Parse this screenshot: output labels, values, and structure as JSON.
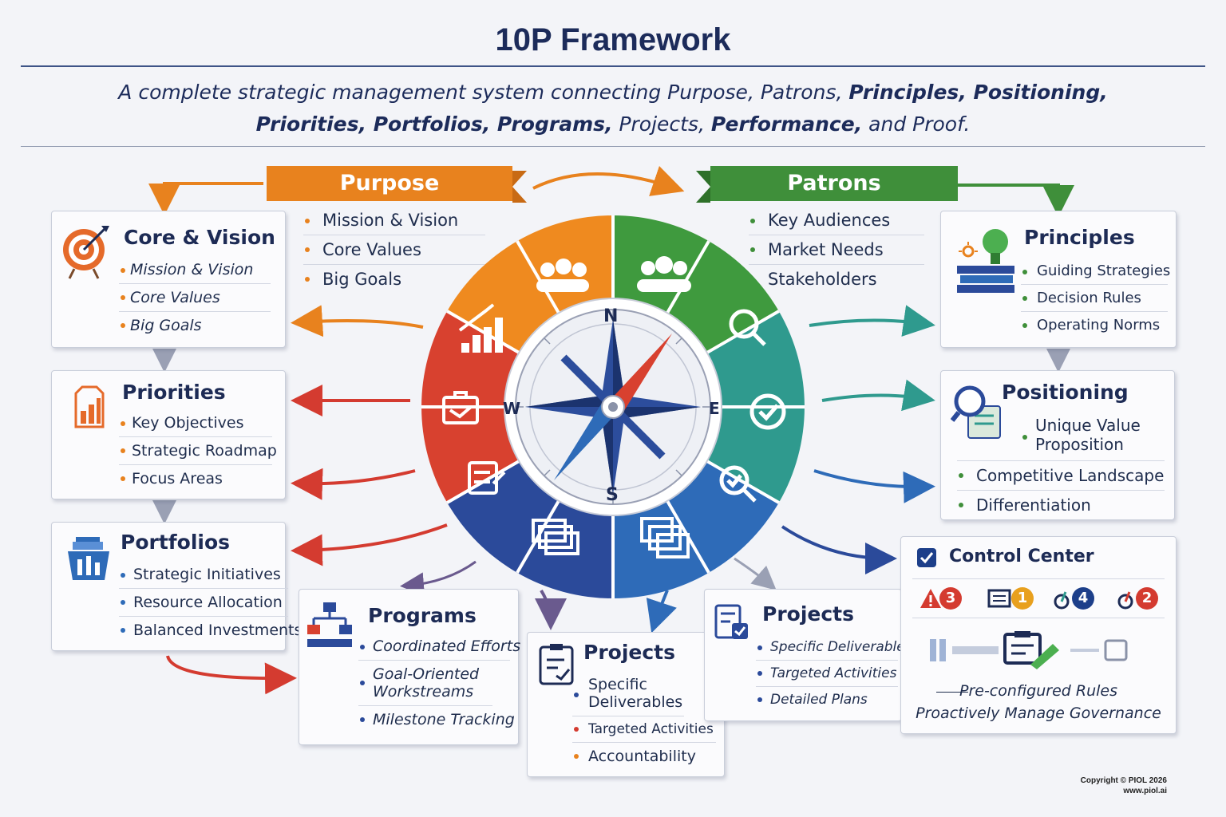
{
  "title": "10P Framework",
  "subtitle": {
    "line1_a": "A complete strategic management system connecting ",
    "line1_b": "Purpose, Patrons, ",
    "line1_c": "Principles, Positioning,",
    "line2_a": "Priorities, Portfolios, Programs,",
    "line2_b": " Projects, ",
    "line2_c": "Performance,",
    "line2_d": " and Proof."
  },
  "banners": {
    "purpose": "Purpose",
    "patrons": "Patrons"
  },
  "purpose_list": [
    "Mission & Vision",
    "Core Values",
    "Big Goals"
  ],
  "patrons_list": [
    "Key Audiences",
    "Market Needs",
    "Stakeholders"
  ],
  "compass": {
    "n": "N",
    "s": "S",
    "e": "E",
    "w": "W"
  },
  "cards": {
    "core_vision": {
      "title": "Core & Vision",
      "items": [
        "Mission & Vision",
        "Core Values",
        "Big Goals"
      ]
    },
    "priorities": {
      "title": "Priorities",
      "items": [
        "Key Objectives",
        "Strategic Roadmap",
        "Focus Areas"
      ]
    },
    "portfolios": {
      "title": "Portfolios",
      "items": [
        "Strategic Initiatives",
        "Resource Allocation",
        "Balanced Investments"
      ]
    },
    "programs": {
      "title": "Programs",
      "items": [
        "Coordinated Efforts",
        "Goal-Oriented Workstreams",
        "Milestone Tracking"
      ]
    },
    "projects_center": {
      "title": "Projects",
      "items": [
        "Specific Deliverables",
        "Targeted Activities",
        "Accountability"
      ]
    },
    "projects_right": {
      "title": "Projects",
      "items": [
        "Specific Deliverables",
        "Targeted Activities",
        "Detailed Plans"
      ]
    },
    "principles": {
      "title": "Principles",
      "items": [
        "Guiding Strategies",
        "Decision Rules",
        "Operating Norms"
      ]
    },
    "positioning": {
      "title": "Positioning",
      "items": [
        "Unique Value Proposition",
        "Competitive Landscape",
        "Differentiation"
      ]
    },
    "control_center": {
      "title": "Control Center",
      "badges": [
        "3",
        "1",
        "4",
        "2"
      ],
      "line1": "Pre-configured Rules",
      "line2": "Proactively Manage Governance"
    }
  },
  "colors": {
    "orange": "#e8821e",
    "green": "#3f8f3a",
    "teal": "#2f9a8e",
    "blue": "#2e6bb8",
    "navy": "#2b4a9a",
    "red": "#d43b30"
  },
  "copyright": {
    "line1": "Copyright © PIOL 2026",
    "line2": "www.piol.ai"
  }
}
